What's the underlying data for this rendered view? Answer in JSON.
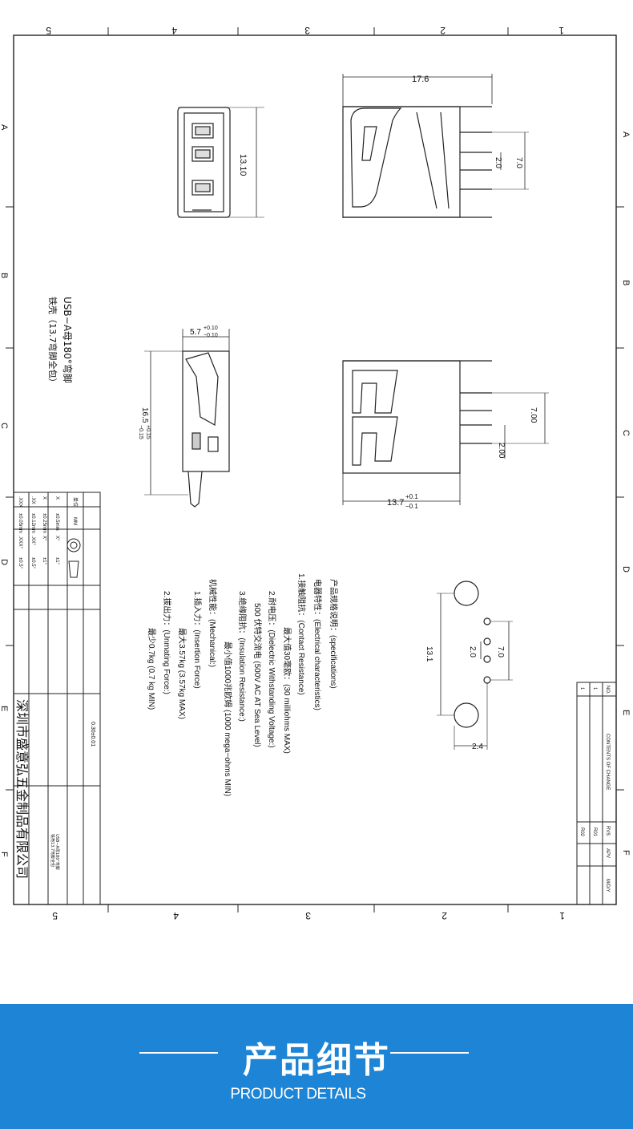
{
  "drawing": {
    "border_numbers_top": [
      "5",
      "4",
      "3",
      "2",
      "1"
    ],
    "border_numbers_bottom": [
      "5",
      "4",
      "3",
      "2",
      "1"
    ],
    "border_letters_left": [
      "A",
      "B",
      "C",
      "D",
      "E",
      "F"
    ],
    "border_letters_right": [
      "A",
      "B",
      "C",
      "D",
      "E",
      "F"
    ],
    "dims": {
      "width_top": "17.6",
      "pitch_top": "2.0",
      "span_top": "7.0",
      "height_front": "13.10",
      "depth_side": "5.7",
      "depth_side_tol_plus": "+0.10",
      "depth_side_tol_minus": "−0.10",
      "height_side": "16.5",
      "height_side_tol_plus": "+0.15",
      "height_side_tol_minus": "−0.15",
      "span_bottom": "7.00",
      "pitch_bottom": "2.00",
      "width_bottom": "13.7",
      "width_bottom_tol_plus": "+0.1",
      "width_bottom_tol_minus": "−0.1",
      "footprint_pitch": "2.0",
      "footprint_span": "7.0",
      "footprint_height": "13.1",
      "footprint_offset": "2.4"
    },
    "product_name_line1": "USB−A母180°弯脚",
    "product_name_line2": "铁壳（13.7弯脚全包）",
    "specs": [
      "产品规格说明：(specifications)",
      "电器特性：(Electrical characteristics)",
      "1.接触阻抗：(Contact Resistance)",
      "最大值30毫欧：(30 milliohms MAX)",
      "2.耐电压：(Dielectric Withstanding Voltage:)",
      "500 伏特交流电 (500V AC AT Sea Level)",
      "3.绝缘阻抗：(Insulation Resistance:)",
      "最小值1000兆欧姆 (1000 mega−ohms MIN)",
      "机械性能：(Mechanical:)",
      "1.插入力：(Insertion Force)",
      "最大3.57kg (3.57kg MAX)",
      "2.拔出力：(Unmating Force:)",
      "最少0.7kg (0.7 kg MIN)"
    ],
    "title_block": {
      "company": "深圳市盛意弘五金制品有限公司",
      "unit_label": "单位",
      "unit": "MM",
      "tol_rows": [
        [
          "X",
          "±0.5mm",
          "X°",
          "±1°"
        ],
        [
          "X",
          "±0.25mm",
          "X°",
          "±1°"
        ],
        [
          ".XX",
          "±0.12mm",
          ".XX°",
          "±0.5°"
        ],
        [
          ".XXX",
          "±0.05mm",
          ".XXX°",
          "±0.5°"
        ]
      ],
      "thickness": "0.30±0.01",
      "part_label": "USB−A母180°弯脚",
      "part_label2": "铁壳13.7弯脚全包"
    },
    "revision": {
      "headers": [
        "NO.",
        "CONTENTS OF CHANGE",
        "RVS",
        "APV",
        "M/D/Y"
      ],
      "rows": [
        [
          "1",
          "",
          "R01",
          "",
          ""
        ],
        [
          "1",
          "",
          "R02",
          "",
          ""
        ]
      ]
    }
  },
  "banner": {
    "title": "产品细节",
    "subtitle": "PRODUCT DETAILS",
    "bg_color": "#1e85d6"
  }
}
